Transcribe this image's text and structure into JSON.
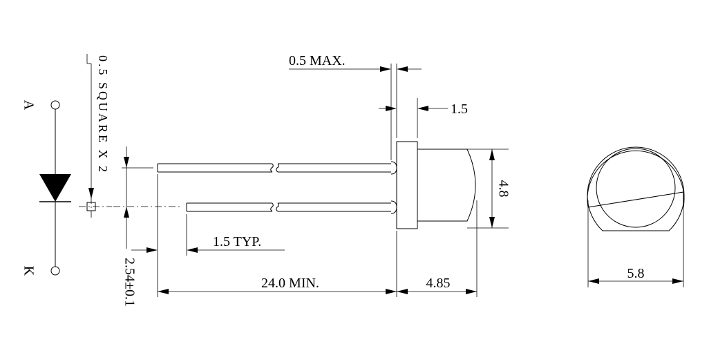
{
  "diagram": {
    "pin_labels": {
      "anode": "A",
      "cathode": "K"
    },
    "dimensions": {
      "lead_thickness": "0.5 MAX.",
      "flange_thickness": "1.5",
      "lead_square": "0.5 SQUARE X 2",
      "lead_pitch": "2.54±0.1",
      "lead_offset": "1.5 TYP.",
      "lead_length": "24.0 MIN.",
      "body_length": "4.85",
      "body_height": "4.8",
      "flange_diameter": "5.8"
    }
  }
}
